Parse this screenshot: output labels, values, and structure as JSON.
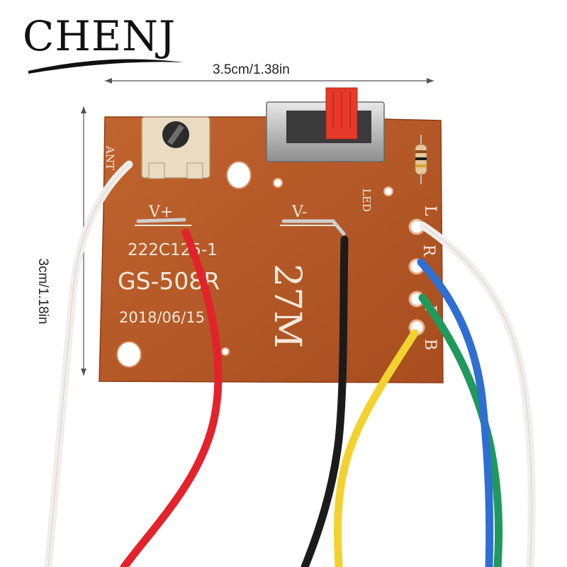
{
  "brand": {
    "name": "CHENJ"
  },
  "dimensions": {
    "width": "3.5cm/1.38in",
    "height": "3cm/1.18in"
  },
  "board": {
    "model": "GS-508R",
    "part_code": "222C125-1",
    "date": "2018/06/15",
    "frequency": "27M",
    "labels": {
      "antenna": "ANT",
      "v_plus": "V+",
      "v_minus": "V-",
      "led": "LED",
      "l": "L",
      "r": "R",
      "f": "F",
      "b": "B"
    }
  },
  "colors": {
    "board": "#b95a26",
    "wire_red": "#e3232b",
    "wire_black": "#1b1b1b",
    "wire_yellow": "#f3d22f",
    "wire_blue": "#2f6fd1",
    "wire_green": "#1f9a5c",
    "wire_white": "#f1eeec",
    "switch_knob": "#e63a2a"
  }
}
